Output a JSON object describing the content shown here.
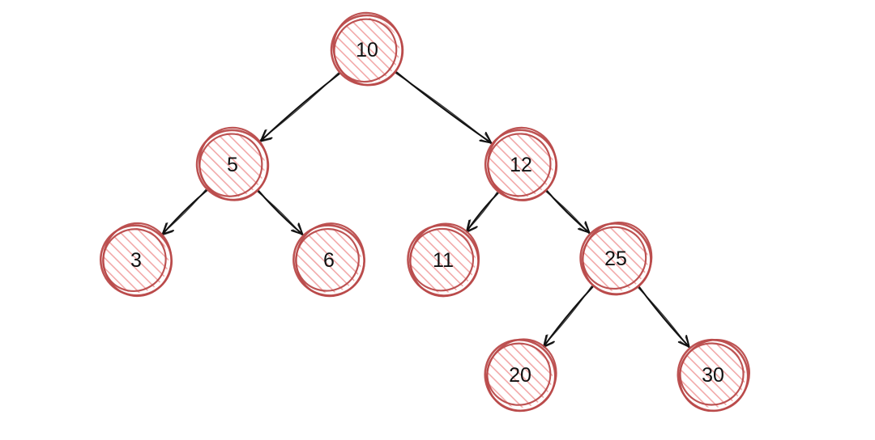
{
  "tree": {
    "nodes": [
      {
        "id": "n10",
        "value": "10"
      },
      {
        "id": "n5",
        "value": "5"
      },
      {
        "id": "n12",
        "value": "12"
      },
      {
        "id": "n3",
        "value": "3"
      },
      {
        "id": "n6",
        "value": "6"
      },
      {
        "id": "n11",
        "value": "11"
      },
      {
        "id": "n25",
        "value": "25"
      },
      {
        "id": "n20",
        "value": "20"
      },
      {
        "id": "n30",
        "value": "30"
      }
    ],
    "edges": [
      {
        "from": "n10",
        "to": "n5"
      },
      {
        "from": "n10",
        "to": "n12"
      },
      {
        "from": "n5",
        "to": "n3"
      },
      {
        "from": "n5",
        "to": "n6"
      },
      {
        "from": "n12",
        "to": "n11"
      },
      {
        "from": "n12",
        "to": "n25"
      },
      {
        "from": "n25",
        "to": "n20"
      },
      {
        "from": "n25",
        "to": "n30"
      }
    ]
  },
  "colors": {
    "node_stroke": "#b94a4a",
    "node_hatch": "#f2a8a8",
    "edge": "#111111"
  }
}
